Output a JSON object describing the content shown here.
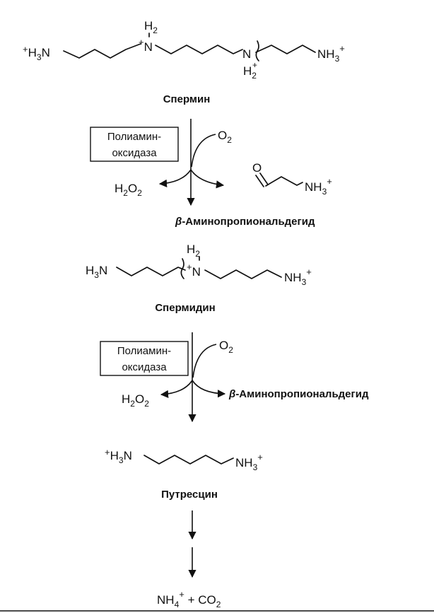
{
  "compounds": {
    "spermine": "Спермин",
    "spermidine": "Спермидин",
    "putrescine": "Путресцин"
  },
  "enzyme": {
    "line1": "Полиамин-",
    "line2": "оксидаза"
  },
  "byproduct": {
    "aldehyde_name": "-Аминопропиональдегид",
    "beta": "β"
  },
  "atoms": {
    "plus": "+",
    "H": "H",
    "N": "N",
    "O": "O",
    "sub2": "2",
    "sub3": "3",
    "sub4": "4",
    "nh": "NH",
    "co": "CO",
    "plus_sep": " + "
  }
}
